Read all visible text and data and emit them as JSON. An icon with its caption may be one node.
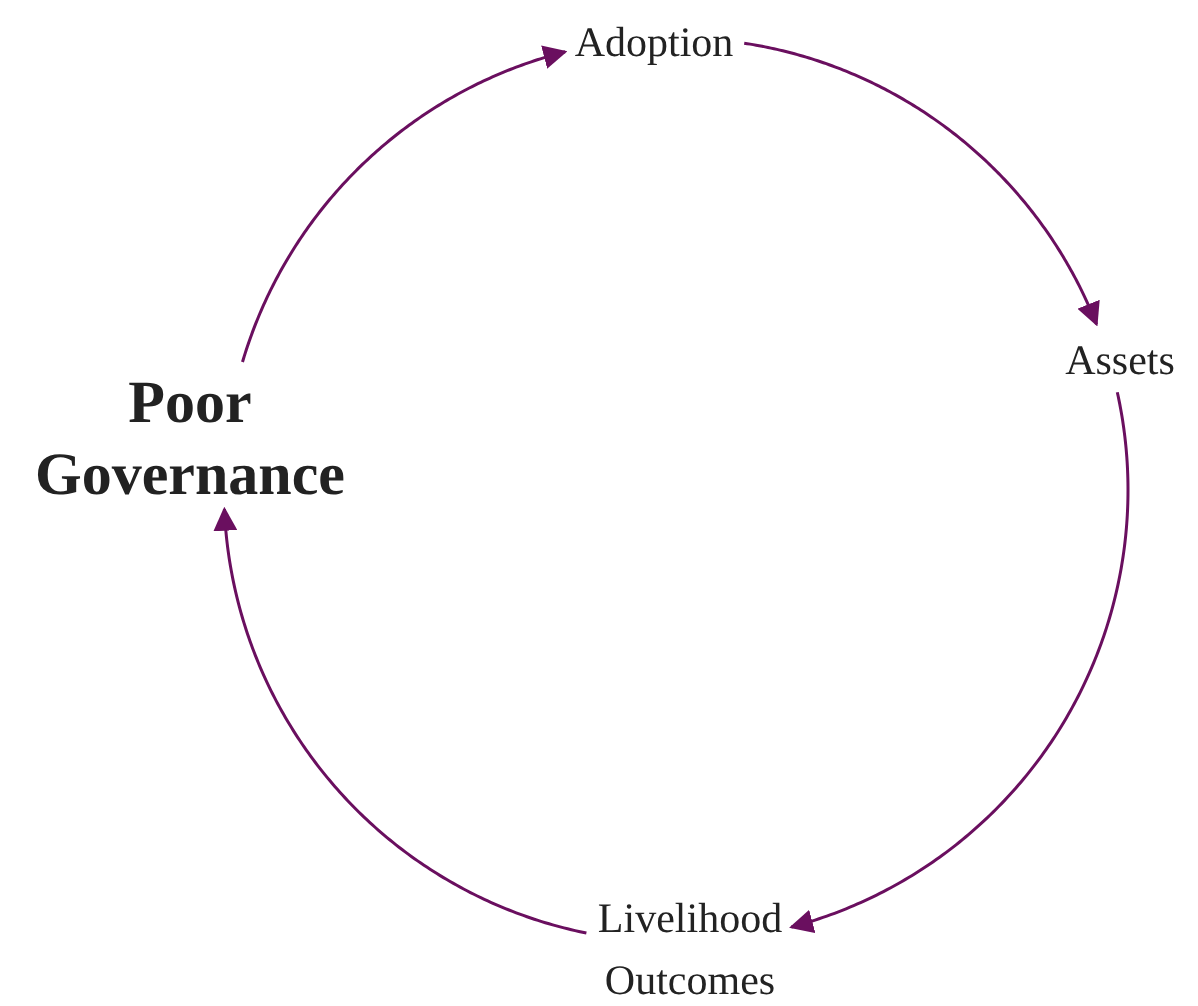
{
  "diagram": {
    "nodes": [
      {
        "text": [
          "Poor Governance"
        ]
      },
      {
        "text": [
          "Adoption"
        ]
      },
      {
        "text": [
          "Assets"
        ]
      },
      {
        "text": [
          "Livelihood Outcomes"
        ]
      }
    ],
    "edges": [
      {
        "from": 0,
        "to": 1,
        "arrow": "to"
      },
      {
        "from": 1,
        "to": 2,
        "arrow": "to"
      },
      {
        "from": 2,
        "to": 3,
        "arrow": "to"
      },
      {
        "from": 3,
        "to": 0,
        "arrow": "to"
      }
    ]
  }
}
